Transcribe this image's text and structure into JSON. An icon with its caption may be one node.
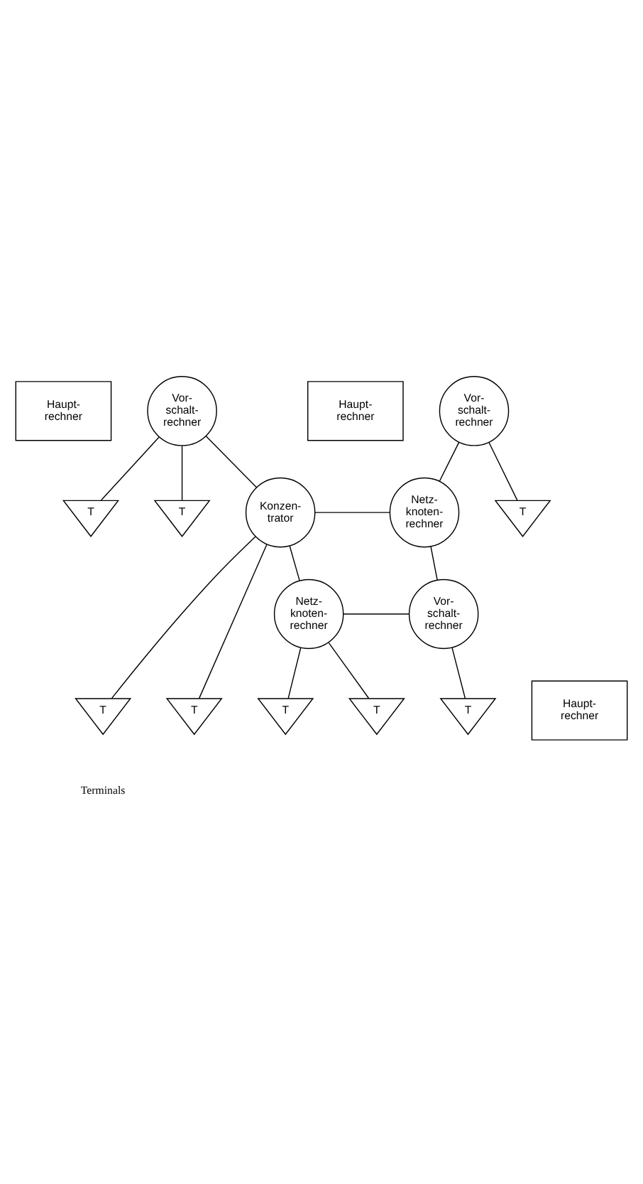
{
  "diagram": {
    "nodes": [
      {
        "text": [
          "Haupt- rechner"
        ]
      },
      {
        "text": [
          "Vor- schalt- rechner"
        ]
      },
      {
        "text": [
          "T"
        ]
      },
      {
        "text": [
          "T"
        ]
      },
      {
        "text": [
          "Haupt- rechner"
        ]
      },
      {
        "text": [
          "Vor- schalt- rechner"
        ]
      },
      {
        "text": [
          "T"
        ]
      },
      {
        "text": [
          "Konzen- trator"
        ]
      },
      {
        "text": [
          "Netz- knoten- rechner"
        ]
      },
      {
        "text": [
          "T"
        ]
      },
      {
        "text": [
          "T"
        ]
      },
      {
        "text": [
          "T"
        ]
      },
      {
        "text": [
          "Netz- knoten- rechner"
        ]
      },
      {
        "text": [
          "Vor- schalt- rechner"
        ]
      },
      {
        "text": [
          "Haupt- rechner"
        ]
      },
      {
        "text": [
          "T"
        ]
      },
      {
        "text": [
          "T"
        ]
      }
    ],
    "edges": [
      {
        "from": 1,
        "to": 2,
        "arrow": "none"
      },
      {
        "from": 1,
        "to": 3,
        "arrow": "none"
      },
      {
        "from": 1,
        "to": 7,
        "arrow": "none"
      },
      {
        "from": 5,
        "to": 6,
        "arrow": "none"
      },
      {
        "from": 5,
        "to": 8,
        "arrow": "none"
      },
      {
        "from": 7,
        "to": 8,
        "arrow": "none"
      },
      {
        "from": 7,
        "to": 9,
        "arrow": "none"
      },
      {
        "from": 7,
        "to": 10,
        "arrow": "none"
      },
      {
        "from": 7,
        "to": 12,
        "arrow": "none"
      },
      {
        "from": 8,
        "to": 13,
        "arrow": "none"
      },
      {
        "from": 13,
        "to": 11,
        "arrow": "none"
      },
      {
        "from": 12,
        "to": 13,
        "arrow": "none"
      },
      {
        "from": 12,
        "to": 15,
        "arrow": "none"
      },
      {
        "from": 12,
        "to": 16,
        "arrow": "none"
      }
    ],
    "labels": [
      "Terminals"
    ]
  }
}
